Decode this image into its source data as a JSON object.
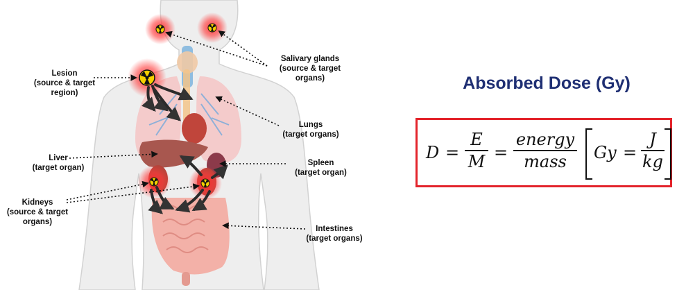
{
  "labels": {
    "lesion": "Lesion\n(source & target\nregion)",
    "salivary": "Salivary glands\n(source & target\norgans)",
    "lungs": "Lungs\n(target organs)",
    "liver": "Liver\n(target organ)",
    "spleen": "Spleen\n(target organ)",
    "kidneys": "Kidneys\n(source & target\norgans)",
    "intestines": "Intestines\n(target organs)"
  },
  "title": "Absorbed Dose (Gy)",
  "formula": {
    "lhs": "D",
    "eq1": "=",
    "f1_num": "E",
    "f1_den": "M",
    "eq2": "=",
    "f2_num": "energy",
    "f2_den": "mass",
    "unit": "Gy",
    "eq3": "=",
    "f3_num": "J",
    "f3_den": "kg"
  },
  "colors": {
    "title": "#1f2f73",
    "box_border": "#e3242b",
    "glow": "#ff2a2a",
    "skin": "#ececec",
    "organ_pink": "#f2b3b3",
    "liver": "#a8574f",
    "trachea": "#8fbde0"
  },
  "icons": [
    "radiation-icon"
  ]
}
